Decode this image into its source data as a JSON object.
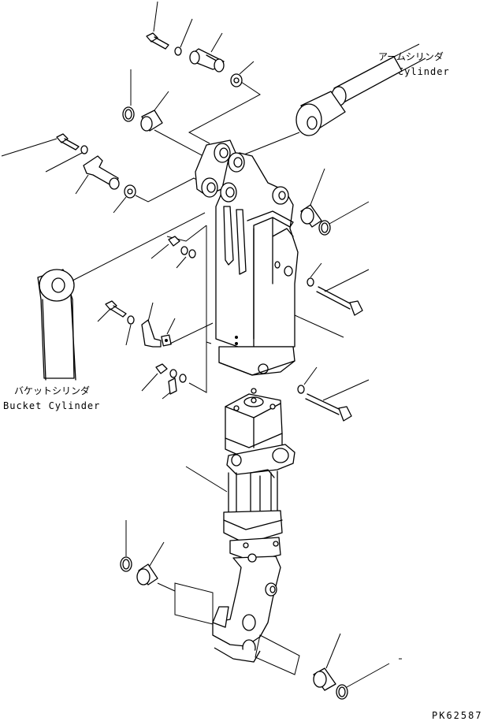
{
  "labels": {
    "arm_cylinder_jp": "アームシリンダ",
    "arm_cylinder_en": "Arm Cylinder",
    "bucket_cylinder_jp": "バケットシリンダ",
    "bucket_cylinder_en": "Bucket Cylinder",
    "drawing_number": "PK62587"
  }
}
